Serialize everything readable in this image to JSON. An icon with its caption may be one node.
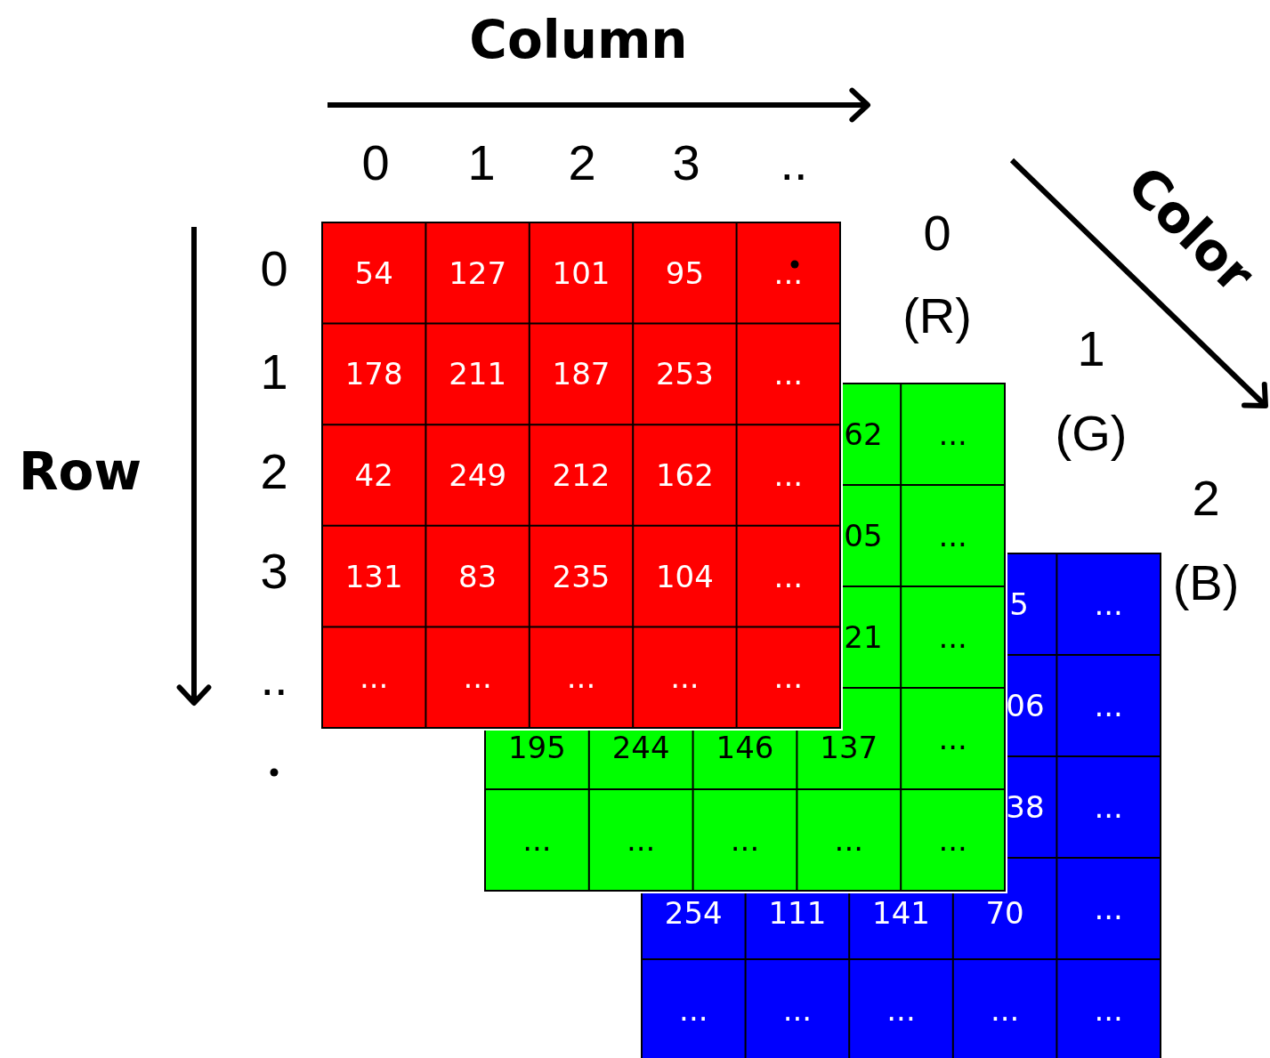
{
  "diagram": {
    "labels": [
      "Column",
      "0",
      "1",
      "2",
      "3",
      "..",
      "Color",
      "0",
      "(R)",
      "1",
      "(G)",
      "2",
      "(B)",
      "Row",
      "0",
      "1",
      "2",
      "3",
      "..",
      "54",
      "127",
      "101",
      "95",
      "...",
      "178",
      "211",
      "187",
      "253",
      "...",
      "42",
      "249",
      "212",
      "162",
      "...",
      "131",
      "83",
      "235",
      "104",
      "...",
      "...",
      "...",
      "...",
      "...",
      "...",
      "62",
      "...",
      "05",
      "...",
      "21",
      "...",
      "195",
      "244",
      "146",
      "137",
      "...",
      "...",
      "...",
      "...",
      "...",
      "...",
      "5",
      "...",
      "06",
      "...",
      "38",
      "...",
      "254",
      "111",
      "141",
      "70",
      "...",
      "...",
      "...",
      "...",
      "...",
      "..."
    ]
  }
}
